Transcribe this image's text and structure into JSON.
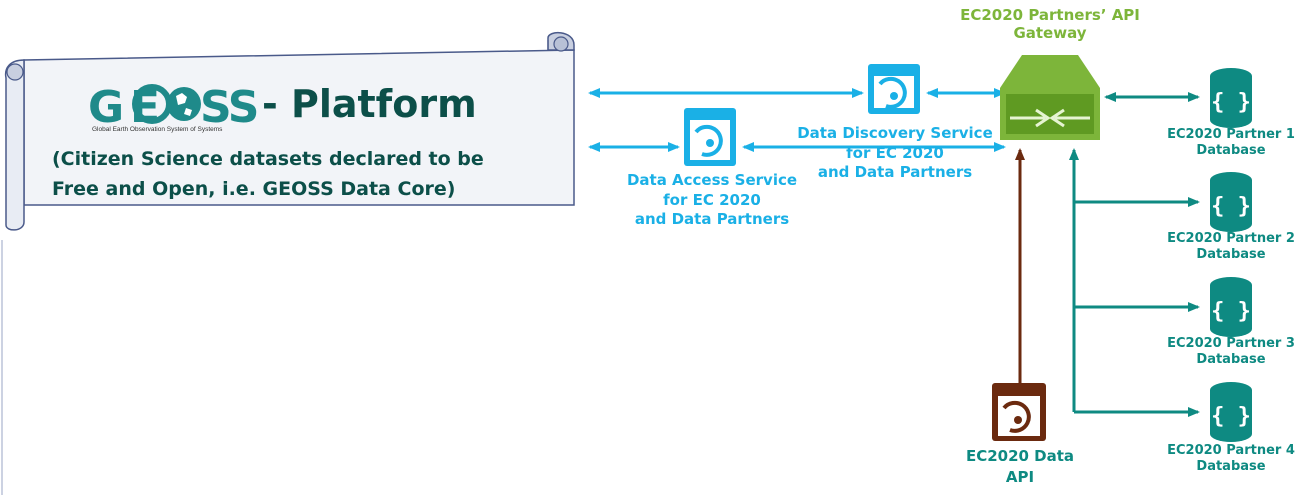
{
  "platform": {
    "logo_text": "GEOSS",
    "logo_tagline": "Global Earth Observation System of Systems",
    "title_suffix": "- Platform",
    "description_lines": [
      "(Citizen Science datasets declared to be",
      "Free and Open, i.e. GEOSS Data Core)"
    ]
  },
  "services": {
    "access": {
      "lines": [
        "Data Access Service",
        "for EC 2020",
        "and Data Partners"
      ]
    },
    "discovery": {
      "lines": [
        "Data Discovery Service",
        "for EC 2020",
        "and Data Partners"
      ]
    }
  },
  "gateway": {
    "lines": [
      "EC2020 Partners’ API",
      "Gateway"
    ]
  },
  "data_api": {
    "lines": [
      "EC2020 Data",
      "API"
    ]
  },
  "databases": [
    {
      "lines": [
        "EC2020 Partner 1",
        "Database"
      ]
    },
    {
      "lines": [
        "EC2020 Partner 2",
        "Database"
      ]
    },
    {
      "lines": [
        "EC2020 Partner 3",
        "Database"
      ]
    },
    {
      "lines": [
        "EC2020 Partner 4",
        "Database"
      ]
    }
  ],
  "colors": {
    "service_blue": "#1ab0e6",
    "teal": "#0e8a82",
    "gateway_green": "#7db53a",
    "api_brown": "#6b2a0f",
    "text_dark": "#0c4f49"
  },
  "icons": {
    "service": "web-service-icon",
    "gateway": "api-gateway-icon",
    "database": "database-icon"
  }
}
